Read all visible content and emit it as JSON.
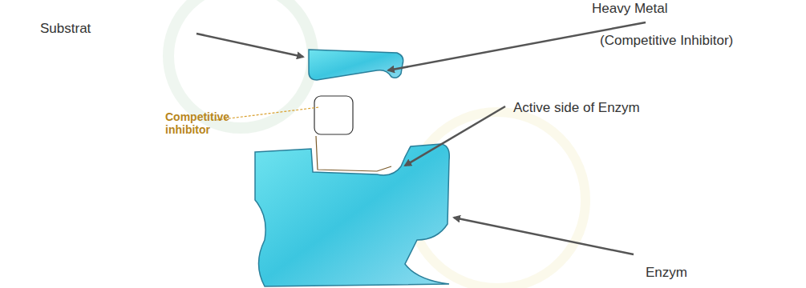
{
  "diagram": {
    "labels": [
      "Substrat",
      "Heavy Metal",
      "(Competitive Inhibitor)",
      "Competitive inhibitor",
      "Active side of Enzym",
      "Enzym"
    ]
  }
}
